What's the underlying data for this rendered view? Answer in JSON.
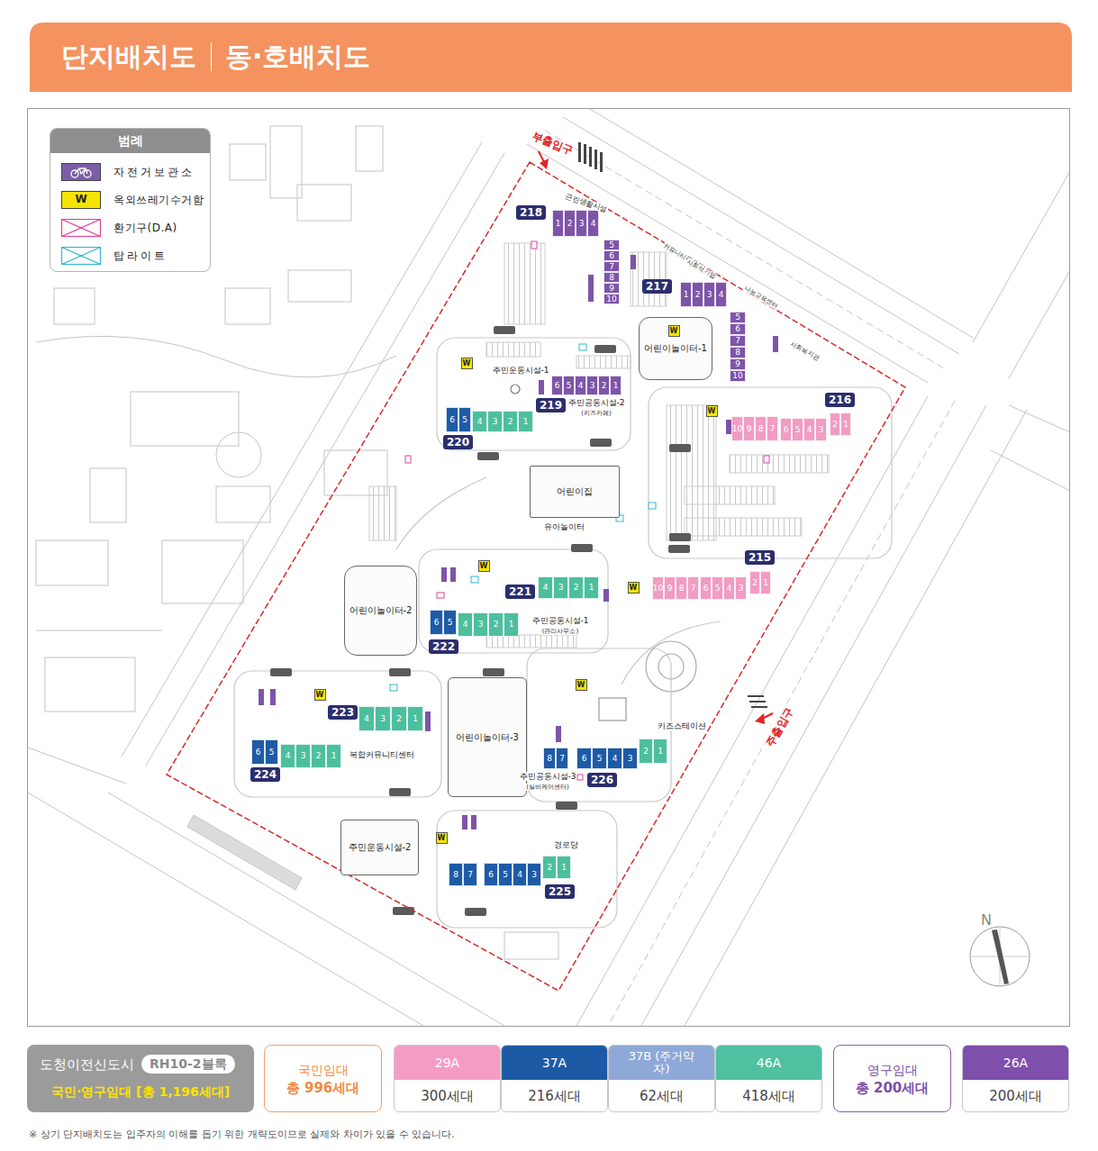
{
  "diagram": {
    "title": "단지배치도",
    "caption": "※ 상기 단지배치도는 입주자의 이해를 돕기 위한 개략도이므로 실제와 차이가 있을 수 있습니다.",
    "nodes": [
      {
        "text": [
          "218"
        ]
      },
      {
        "text": [
          "1"
        ],
        "in": 0
      },
      {
        "text": [
          "2"
        ],
        "in": 0
      },
      {
        "text": [
          "3"
        ],
        "in": 0
      },
      {
        "text": [
          "4"
        ],
        "in": 0
      },
      {
        "text": [
          "5"
        ],
        "in": 0
      },
      {
        "text": [
          "6"
        ],
        "in": 0
      },
      {
        "text": [
          "7"
        ],
        "in": 0
      },
      {
        "text": [
          "8"
        ],
        "in": 0
      },
      {
        "text": [
          "9"
        ],
        "in": 0
      },
      {
        "text": [
          "10"
        ],
        "in": 0
      },
      {
        "text": [
          "217"
        ]
      },
      {
        "text": [
          "1"
        ],
        "in": 11
      },
      {
        "text": [
          "2"
        ],
        "in": 11
      },
      {
        "text": [
          "3"
        ],
        "in": 11
      },
      {
        "text": [
          "4"
        ],
        "in": 11
      },
      {
        "text": [
          "5"
        ],
        "in": 11
      },
      {
        "text": [
          "6"
        ],
        "in": 11
      },
      {
        "text": [
          "7"
        ],
        "in": 11
      },
      {
        "text": [
          "8"
        ],
        "in": 11
      },
      {
        "text": [
          "9"
        ],
        "in": 11
      },
      {
        "text": [
          "10"
        ],
        "in": 11
      },
      {
        "text": [
          "219"
        ]
      },
      {
        "text": [
          "6"
        ],
        "in": 22
      },
      {
        "text": [
          "5"
        ],
        "in": 22
      },
      {
        "text": [
          "4"
        ],
        "in": 22
      },
      {
        "text": [
          "3"
        ],
        "in": 22
      },
      {
        "text": [
          "2"
        ],
        "in": 22
      },
      {
        "text": [
          "1"
        ],
        "in": 22
      },
      {
        "text": [
          "220"
        ]
      },
      {
        "text": [
          "6"
        ],
        "in": 29
      },
      {
        "text": [
          "5"
        ],
        "in": 29
      },
      {
        "text": [
          "4"
        ],
        "in": 29
      },
      {
        "text": [
          "3"
        ],
        "in": 29
      },
      {
        "text": [
          "2"
        ],
        "in": 29
      },
      {
        "text": [
          "1"
        ],
        "in": 29
      },
      {
        "text": [
          "216"
        ]
      },
      {
        "text": [
          "10"
        ],
        "in": 36
      },
      {
        "text": [
          "9"
        ],
        "in": 36
      },
      {
        "text": [
          "8"
        ],
        "in": 36
      },
      {
        "text": [
          "7"
        ],
        "in": 36
      },
      {
        "text": [
          "6"
        ],
        "in": 36
      },
      {
        "text": [
          "5"
        ],
        "in": 36
      },
      {
        "text": [
          "4"
        ],
        "in": 36
      },
      {
        "text": [
          "3"
        ],
        "in": 36
      },
      {
        "text": [
          "2"
        ],
        "in": 36
      },
      {
        "text": [
          "1"
        ],
        "in": 36
      },
      {
        "text": [
          "221"
        ]
      },
      {
        "text": [
          "4"
        ],
        "in": 47
      },
      {
        "text": [
          "3"
        ],
        "in": 47
      },
      {
        "text": [
          "2"
        ],
        "in": 47
      },
      {
        "text": [
          "1"
        ],
        "in": 47
      },
      {
        "text": [
          "222"
        ]
      },
      {
        "text": [
          "6"
        ],
        "in": 52
      },
      {
        "text": [
          "5"
        ],
        "in": 52
      },
      {
        "text": [
          "4"
        ],
        "in": 52
      },
      {
        "text": [
          "3"
        ],
        "in": 52
      },
      {
        "text": [
          "2"
        ],
        "in": 52
      },
      {
        "text": [
          "1"
        ],
        "in": 52
      },
      {
        "text": [
          "215"
        ]
      },
      {
        "text": [
          "10"
        ],
        "in": 59
      },
      {
        "text": [
          "9"
        ],
        "in": 59
      },
      {
        "text": [
          "8"
        ],
        "in": 59
      },
      {
        "text": [
          "7"
        ],
        "in": 59
      },
      {
        "text": [
          "6"
        ],
        "in": 59
      },
      {
        "text": [
          "5"
        ],
        "in": 59
      },
      {
        "text": [
          "4"
        ],
        "in": 59
      },
      {
        "text": [
          "3"
        ],
        "in": 59
      },
      {
        "text": [
          "2"
        ],
        "in": 59
      },
      {
        "text": [
          "1"
        ],
        "in": 59
      },
      {
        "text": [
          "223"
        ]
      },
      {
        "text": [
          "4"
        ],
        "in": 70
      },
      {
        "text": [
          "3"
        ],
        "in": 70
      },
      {
        "text": [
          "2"
        ],
        "in": 70
      },
      {
        "text": [
          "1"
        ],
        "in": 70
      },
      {
        "text": [
          "224"
        ]
      },
      {
        "text": [
          "6"
        ],
        "in": 75
      },
      {
        "text": [
          "5"
        ],
        "in": 75
      },
      {
        "text": [
          "4"
        ],
        "in": 75
      },
      {
        "text": [
          "3"
        ],
        "in": 75
      },
      {
        "text": [
          "2"
        ],
        "in": 75
      },
      {
        "text": [
          "1"
        ],
        "in": 75
      },
      {
        "text": [
          "226"
        ]
      },
      {
        "text": [
          "8"
        ],
        "in": 82
      },
      {
        "text": [
          "7"
        ],
        "in": 82
      },
      {
        "text": [
          "6"
        ],
        "in": 82
      },
      {
        "text": [
          "5"
        ],
        "in": 82
      },
      {
        "text": [
          "4"
        ],
        "in": 82
      },
      {
        "text": [
          "3"
        ],
        "in": 82
      },
      {
        "text": [
          "2"
        ],
        "in": 82
      },
      {
        "text": [
          "1"
        ],
        "in": 82
      },
      {
        "text": [
          "225"
        ]
      },
      {
        "text": [
          "8"
        ],
        "in": 91
      },
      {
        "text": [
          "7"
        ],
        "in": 91
      },
      {
        "text": [
          "6"
        ],
        "in": 91
      },
      {
        "text": [
          "5"
        ],
        "in": 91
      },
      {
        "text": [
          "4"
        ],
        "in": 91
      },
      {
        "text": [
          "3"
        ],
        "in": 91
      },
      {
        "text": [
          "2"
        ],
        "in": 91
      },
      {
        "text": [
          "1"
        ],
        "in": 91
      },
      {
        "text": [
          "어린이놀이터-1"
        ]
      },
      {
        "text": [
          "어린이집"
        ]
      },
      {
        "text": [
          "어린이놀이터-2"
        ]
      },
      {
        "text": [
          "어린이놀이터-3"
        ]
      },
      {
        "text": [
          "주민운동시설-2"
        ]
      },
      {
        "text": [
          "도청이전신도시",
          "국민·영구임대 [총 1,196세대]"
        ]
      },
      {
        "text": [
          "RH10-2블록"
        ],
        "in": 105
      },
      {
        "text": [
          "국민임대",
          "총 996세대"
        ]
      },
      {
        "text": [
          "29A",
          "300세대"
        ]
      },
      {
        "text": [
          "37A",
          "216세대"
        ]
      },
      {
        "text": [
          "37B (주거약자)",
          "62세대"
        ]
      },
      {
        "text": [
          "46A",
          "418세대"
        ]
      },
      {
        "text": [
          "영구임대",
          "총 200세대"
        ]
      },
      {
        "text": [
          "26A",
          "200세대"
        ]
      }
    ],
    "labels": [
      "동·호배치도",
      "범례",
      "W",
      "부출입구",
      "주출입구",
      "근린생활시설",
      "커뮤니티라운지",
      "사회적기업",
      "나눔교육센터",
      "사회복지관",
      "주민운동시설-1",
      "주민공동시설-2",
      "(키즈카페)",
      "유아놀이터",
      "주민공동시설-1",
      "(관리사무소)",
      "복합커뮤니티센터",
      "키즈스테이션",
      "주민공동시설-3",
      "(실버케어센터)",
      "경로당",
      "W",
      "W",
      "W",
      "W",
      "W",
      "W",
      "W",
      "W",
      "N"
    ],
    "legend": [
      {
        "text": "자전거보관소",
        "color": "#7b5ea7"
      },
      {
        "text": "옥외쓰레기수거함",
        "color": "#f5e400"
      },
      {
        "text": "환기구(D.A)"
      },
      {
        "text": "탑라이트"
      }
    ]
  }
}
